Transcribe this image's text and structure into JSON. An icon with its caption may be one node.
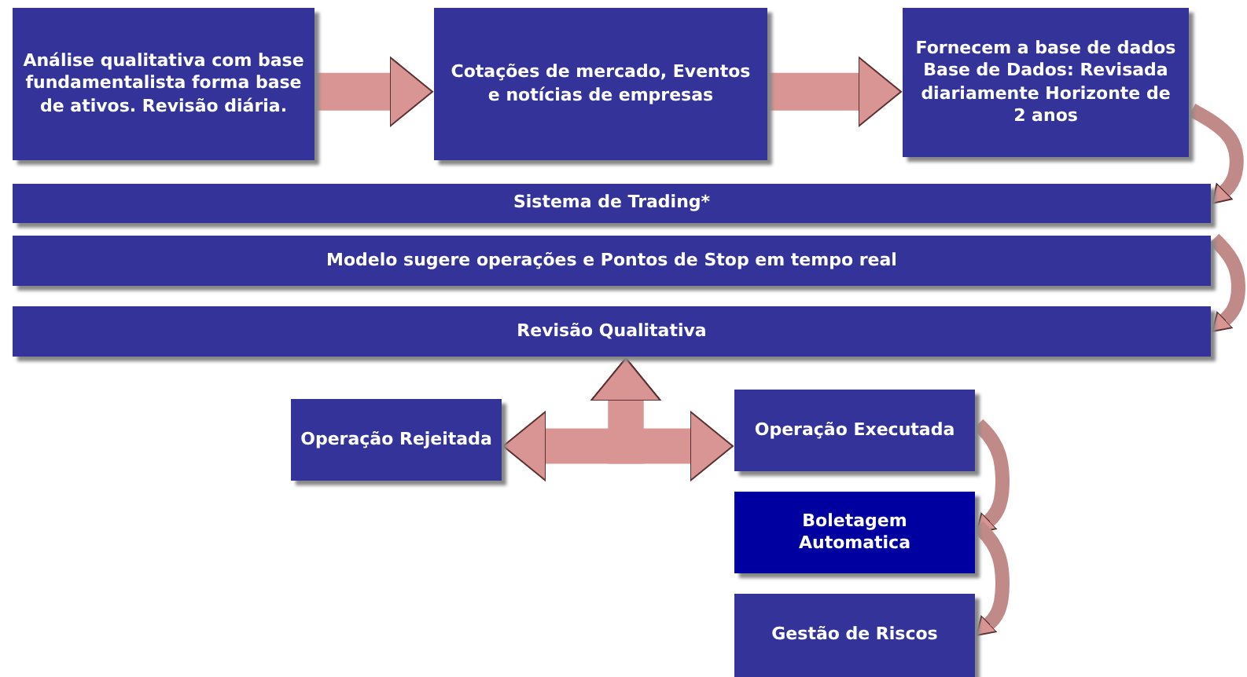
{
  "diagram": {
    "nodes": [
      {
        "text": [
          "Análise qualitativa  com base fundamentalista forma base de ativos. Revisão diária."
        ]
      },
      {
        "text": [
          "Cotações de mercado, Eventos e notícias de empresas"
        ]
      },
      {
        "text": [
          "Fornecem a base de dados Base de Dados: Revisada diariamente Horizonte de 2 anos"
        ]
      },
      {
        "text": [
          "Sistema de Trading*"
        ]
      },
      {
        "text": [
          "Modelo sugere operações e Pontos de Stop em tempo real"
        ]
      },
      {
        "text": [
          "Revisão Qualitativa"
        ]
      },
      {
        "text": [
          "Operação Rejeitada"
        ]
      },
      {
        "text": [
          "Operação Executada"
        ]
      },
      {
        "text": [
          "Boletagem Automatica"
        ]
      },
      {
        "text": [
          "Gestão de Riscos"
        ]
      }
    ],
    "edges": [
      {
        "from": 0,
        "to": 1,
        "arrow": "to",
        "style": "thick"
      },
      {
        "from": 1,
        "to": 2,
        "arrow": "to",
        "style": "thick"
      },
      {
        "from": 2,
        "to": 3,
        "arrow": "to"
      },
      {
        "from": 4,
        "to": 5,
        "arrow": "to"
      },
      {
        "from": 5,
        "to": 6,
        "arrow": "both",
        "style": "thick"
      },
      {
        "from": 5,
        "to": 7,
        "arrow": "both",
        "style": "thick"
      },
      {
        "from": 7,
        "to": 8,
        "arrow": "to"
      },
      {
        "from": 8,
        "to": 9,
        "arrow": "to"
      }
    ]
  }
}
